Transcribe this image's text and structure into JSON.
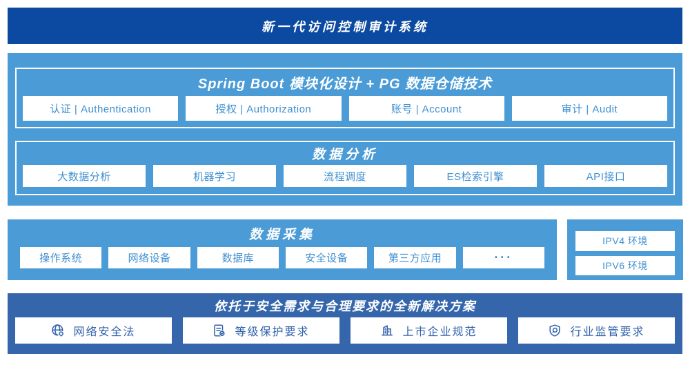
{
  "banner": {
    "title": "新一代访问控制审计系统"
  },
  "architecture": {
    "title": "Spring Boot 模块化设计 + PG 数据仓储技术",
    "modules": [
      "认证 | Authentication",
      "授权 | Authorization",
      "账号 | Account",
      "审计 | Audit"
    ],
    "analysis": {
      "title": "数据分析",
      "items": [
        "大数据分析",
        "机器学习",
        "流程调度",
        "ES检索引擎",
        "API接口"
      ]
    }
  },
  "collection": {
    "title": "数据采集",
    "items": [
      "操作系统",
      "网络设备",
      "数据库",
      "安全设备",
      "第三方应用",
      "···"
    ]
  },
  "environments": {
    "items": [
      "IPV4 环境",
      "IPV6 环境"
    ]
  },
  "solution": {
    "title": "依托于安全需求与合理要求的全新解决方案",
    "items": [
      {
        "icon": "globe-pin-icon",
        "label": "网络安全法"
      },
      {
        "icon": "document-check-icon",
        "label": "等级保护要求"
      },
      {
        "icon": "building-icon",
        "label": "上市企业规范"
      },
      {
        "icon": "shield-search-icon",
        "label": "行业监管要求"
      }
    ]
  },
  "colors": {
    "banner-navy": "#0b4aa0",
    "sky-blue": "#4a9bd6",
    "solution-navy": "#3566ab",
    "btn-blue": "#3e8fd0",
    "solution-text": "#2d5fa9"
  }
}
